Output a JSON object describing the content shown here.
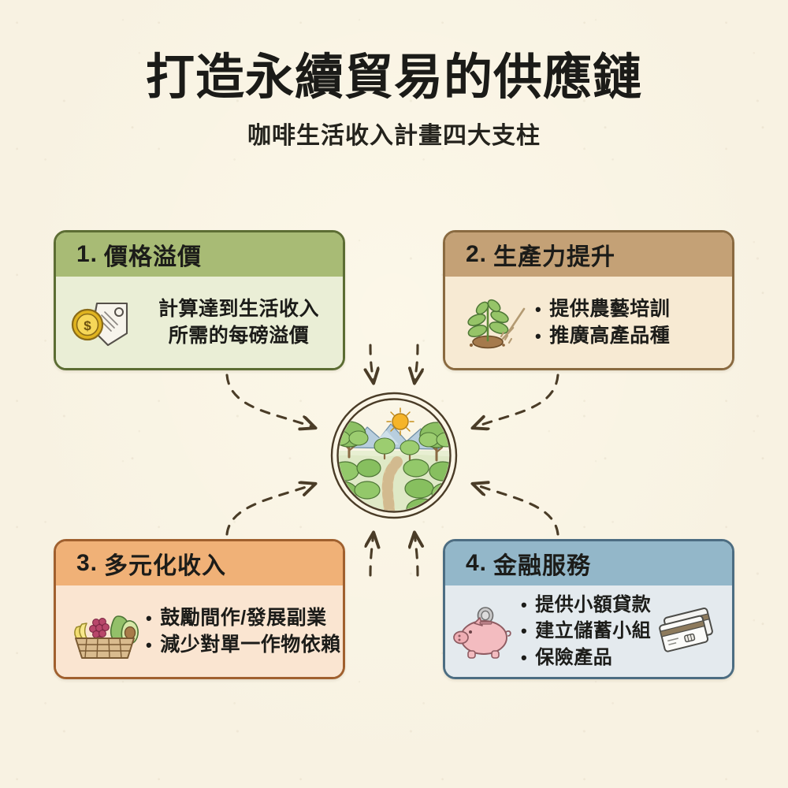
{
  "header": {
    "title": "打造永續貿易的供應鏈",
    "subtitle": "咖啡生活收入計畫四大支柱"
  },
  "center": {
    "icon": "coffee-farm-landscape-icon",
    "elements": [
      "sun",
      "mountains",
      "trees",
      "shrubs",
      "path"
    ]
  },
  "colors": {
    "background": "#f8f2e2",
    "title_text": "#1b1b18",
    "arrow": "#4a3c27",
    "card1_header": "#a8bb75",
    "card1_body": "#eaeed6",
    "card1_border": "#5c6d33",
    "card2_header": "#c4a176",
    "card2_body": "#f7ead3",
    "card2_border": "#8a6a40",
    "card3_header": "#f0b177",
    "card3_body": "#fae5d1",
    "card3_border": "#a0602e",
    "card4_header": "#93b7c9",
    "card4_body": "#e4eaee",
    "card4_border": "#4c6d82"
  },
  "cards": [
    {
      "number": "1.",
      "title": "價格溢價",
      "icon": "coin-price-tag-icon",
      "layout": "centered",
      "lines": [
        "計算達到生活收入",
        "所需的每磅溢價"
      ]
    },
    {
      "number": "2.",
      "title": "生產力提升",
      "icon": "seedling-rake-icon",
      "layout": "bullets",
      "bullet": "•",
      "lines": [
        "提供農藝培訓",
        "推廣高產品種"
      ]
    },
    {
      "number": "3.",
      "title": "多元化收入",
      "icon": "fruit-basket-icon",
      "layout": "bullets",
      "bullet": "•",
      "lines": [
        "鼓勵間作/發展副業",
        "減少對單一作物依賴"
      ]
    },
    {
      "number": "4.",
      "title": "金融服務",
      "icon": "piggy-bank-icon",
      "icon_secondary": "credit-cards-icon",
      "layout": "bullets",
      "bullet": "•",
      "lines": [
        "提供小額貸款",
        "建立儲蓄小組",
        "保險產品"
      ]
    }
  ]
}
